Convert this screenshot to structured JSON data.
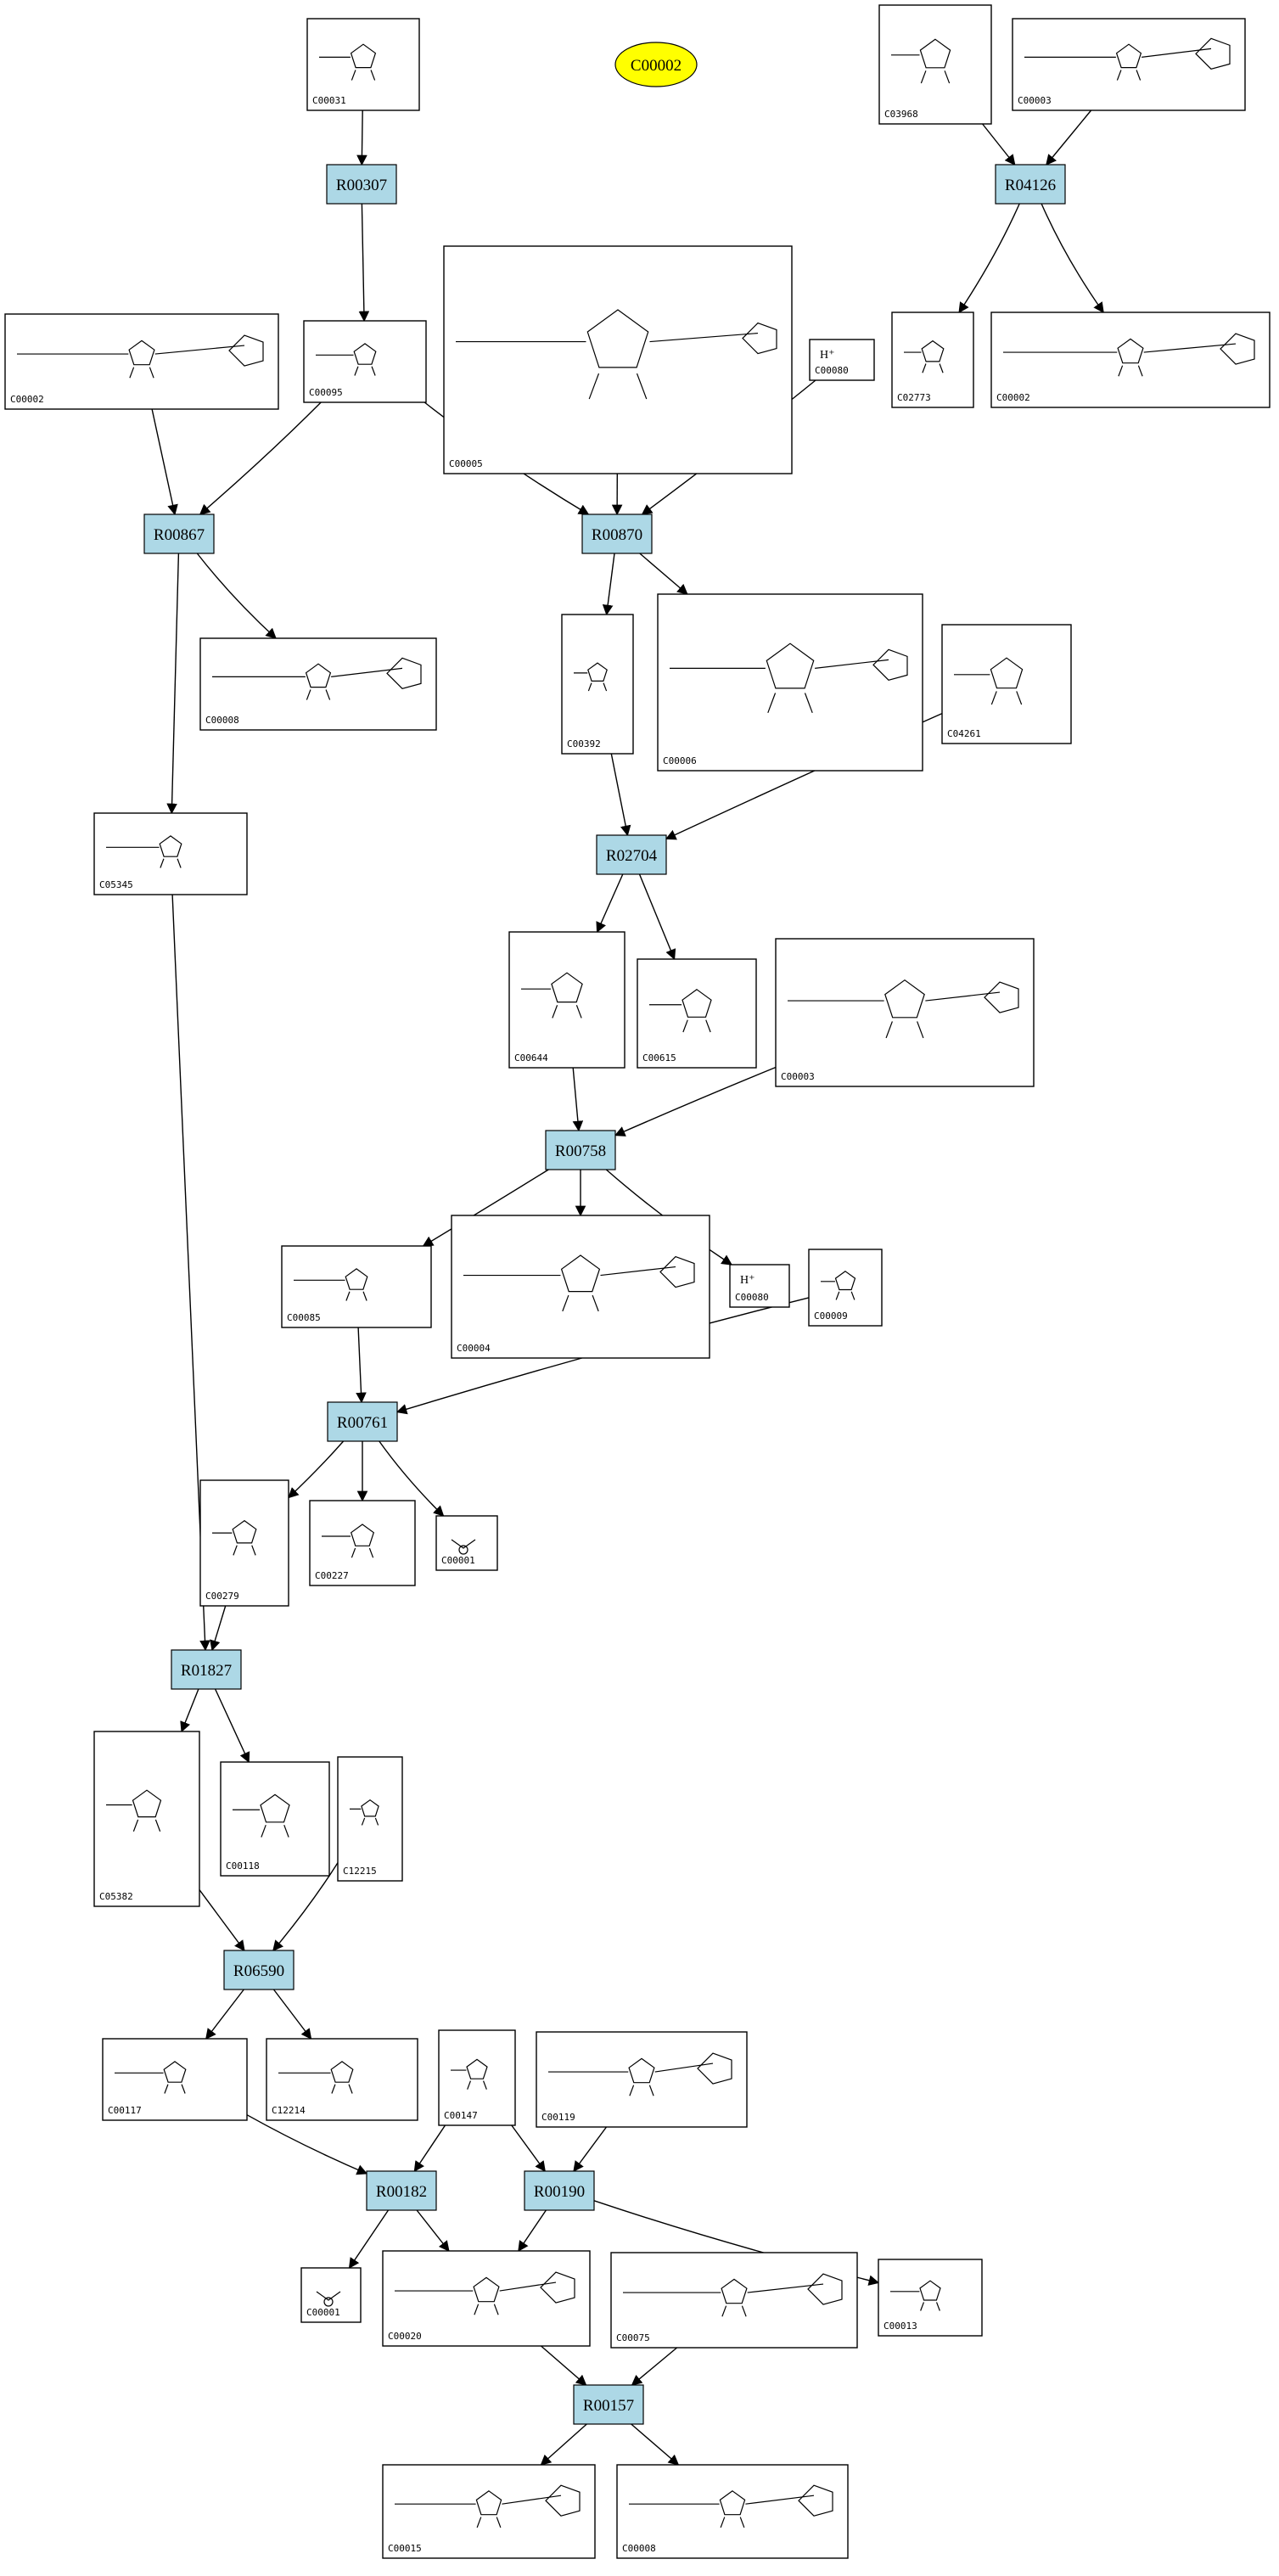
{
  "focus": {
    "label": "C00002"
  },
  "compounds": [
    {
      "id": "C00031",
      "label": "C00031",
      "icon": "hexose-ring-structure"
    },
    {
      "id": "C03968",
      "label": "C03968",
      "icon": "phosphate-ester-structure"
    },
    {
      "id": "C00003_a",
      "label": "C00003",
      "icon": "nucleotide-structure"
    },
    {
      "id": "C00095",
      "label": "C00095",
      "icon": "furanose-structure"
    },
    {
      "id": "C00002_a",
      "label": "C00002",
      "icon": "nucleotide-structure"
    },
    {
      "id": "C00005",
      "label": "C00005",
      "icon": "dinucleotide-structure"
    },
    {
      "id": "C00080_a",
      "label": "C00080",
      "icon": "proton",
      "text": "H⁺"
    },
    {
      "id": "C02773",
      "label": "C02773",
      "icon": "diol-structure"
    },
    {
      "id": "C00002_b",
      "label": "C00002",
      "icon": "nucleotide-structure"
    },
    {
      "id": "C00008",
      "label": "C00008",
      "icon": "nucleotide-structure"
    },
    {
      "id": "C00392",
      "label": "C00392",
      "icon": "polyol-structure"
    },
    {
      "id": "C00006",
      "label": "C00006",
      "icon": "dinucleotide-structure"
    },
    {
      "id": "C04261",
      "label": "C04261",
      "icon": "peptide-structure"
    },
    {
      "id": "C05345",
      "label": "C05345",
      "icon": "furanose-phosphate-structure"
    },
    {
      "id": "C00644",
      "label": "C00644",
      "icon": "polyol-phosphate-structure"
    },
    {
      "id": "C00615",
      "label": "C00615",
      "icon": "peptide-structure"
    },
    {
      "id": "C00003_b",
      "label": "C00003",
      "icon": "dinucleotide-structure"
    },
    {
      "id": "C00085",
      "label": "C00085",
      "icon": "furanose-phosphate-structure"
    },
    {
      "id": "C00004",
      "label": "C00004",
      "icon": "dinucleotide-structure"
    },
    {
      "id": "C00080_b",
      "label": "C00080",
      "icon": "proton",
      "text": "H⁺"
    },
    {
      "id": "C00009",
      "label": "C00009",
      "icon": "phosphate-structure"
    },
    {
      "id": "C00279",
      "label": "C00279",
      "icon": "aldose-phosphate-structure"
    },
    {
      "id": "C00227",
      "label": "C00227",
      "icon": "acetyl-phosphate-structure"
    },
    {
      "id": "C00001_a",
      "label": "C00001",
      "icon": "water-structure"
    },
    {
      "id": "C05382",
      "label": "C05382",
      "icon": "ketose-phosphate-structure"
    },
    {
      "id": "C00118",
      "label": "C00118",
      "icon": "aldose-phosphate-structure"
    },
    {
      "id": "C12215",
      "label": "C12215",
      "icon": "imine-phosphate-structure"
    },
    {
      "id": "C00117",
      "label": "C00117",
      "icon": "furanose-phosphate-structure"
    },
    {
      "id": "C12214",
      "label": "C12214",
      "icon": "furanose-phosphate-structure"
    },
    {
      "id": "C00147",
      "label": "C00147",
      "icon": "purine-structure"
    },
    {
      "id": "C00119",
      "label": "C00119",
      "icon": "furanose-pyrophosphate-structure"
    },
    {
      "id": "C00001_b",
      "label": "C00001",
      "icon": "water-structure"
    },
    {
      "id": "C00020",
      "label": "C00020",
      "icon": "nucleotide-structure"
    },
    {
      "id": "C00075",
      "label": "C00075",
      "icon": "nucleotide-structure"
    },
    {
      "id": "C00013",
      "label": "C00013",
      "icon": "pyrophosphate-structure"
    },
    {
      "id": "C00015",
      "label": "C00015",
      "icon": "nucleotide-structure"
    },
    {
      "id": "C00008_b",
      "label": "C00008",
      "icon": "nucleotide-structure"
    }
  ],
  "reactions": [
    {
      "id": "R00307",
      "label": "R00307"
    },
    {
      "id": "R04126",
      "label": "R04126"
    },
    {
      "id": "R00867",
      "label": "R00867"
    },
    {
      "id": "R00870",
      "label": "R00870"
    },
    {
      "id": "R02704",
      "label": "R02704"
    },
    {
      "id": "R00758",
      "label": "R00758"
    },
    {
      "id": "R00761",
      "label": "R00761"
    },
    {
      "id": "R01827",
      "label": "R01827"
    },
    {
      "id": "R06590",
      "label": "R06590"
    },
    {
      "id": "R00182",
      "label": "R00182"
    },
    {
      "id": "R00190",
      "label": "R00190"
    },
    {
      "id": "R00157",
      "label": "R00157"
    }
  ],
  "edges": [
    [
      "C00031",
      "R00307"
    ],
    [
      "R00307",
      "C00095"
    ],
    [
      "C03968",
      "R04126"
    ],
    [
      "C00003_a",
      "R04126"
    ],
    [
      "R04126",
      "C02773"
    ],
    [
      "R04126",
      "C00002_b"
    ],
    [
      "C00002_a",
      "R00867"
    ],
    [
      "C00095",
      "R00867"
    ],
    [
      "R00867",
      "C00008"
    ],
    [
      "R00867",
      "C05345"
    ],
    [
      "C00095",
      "R00870"
    ],
    [
      "C00005",
      "R00870"
    ],
    [
      "C00080_a",
      "R00870"
    ],
    [
      "R00870",
      "C00392"
    ],
    [
      "R00870",
      "C00006"
    ],
    [
      "C00392",
      "R02704"
    ],
    [
      "C04261",
      "R02704"
    ],
    [
      "R02704",
      "C00644"
    ],
    [
      "R02704",
      "C00615"
    ],
    [
      "C00644",
      "R00758"
    ],
    [
      "C00003_b",
      "R00758"
    ],
    [
      "R00758",
      "C00085"
    ],
    [
      "R00758",
      "C00004"
    ],
    [
      "R00758",
      "C00080_b"
    ],
    [
      "C00085",
      "R00761"
    ],
    [
      "C00009",
      "R00761"
    ],
    [
      "R00761",
      "C00279"
    ],
    [
      "R00761",
      "C00227"
    ],
    [
      "R00761",
      "C00001_a"
    ],
    [
      "C05345",
      "R01827"
    ],
    [
      "C00279",
      "R01827"
    ],
    [
      "R01827",
      "C05382"
    ],
    [
      "R01827",
      "C00118"
    ],
    [
      "C05382",
      "R06590"
    ],
    [
      "C12215",
      "R06590"
    ],
    [
      "R06590",
      "C00117"
    ],
    [
      "R06590",
      "C12214"
    ],
    [
      "C00117",
      "R00182"
    ],
    [
      "C00147",
      "R00182"
    ],
    [
      "R00182",
      "C00001_b"
    ],
    [
      "R00182",
      "C00020"
    ],
    [
      "C00147",
      "R00190"
    ],
    [
      "C00119",
      "R00190"
    ],
    [
      "R00190",
      "C00020"
    ],
    [
      "R00190",
      "C00013"
    ],
    [
      "C00020",
      "R00157"
    ],
    [
      "C00075",
      "R00157"
    ],
    [
      "R00157",
      "C00015"
    ],
    [
      "R00157",
      "C00008_b"
    ]
  ]
}
